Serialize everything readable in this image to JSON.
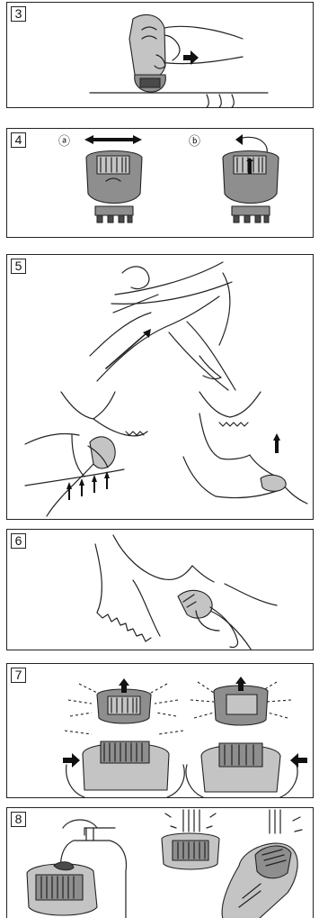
{
  "steps": [
    {
      "number": "3"
    },
    {
      "number": "4",
      "label_a": "ⓐ",
      "label_b": "ⓑ"
    },
    {
      "number": "5"
    },
    {
      "number": "6"
    },
    {
      "number": "7"
    },
    {
      "number": "8"
    }
  ]
}
